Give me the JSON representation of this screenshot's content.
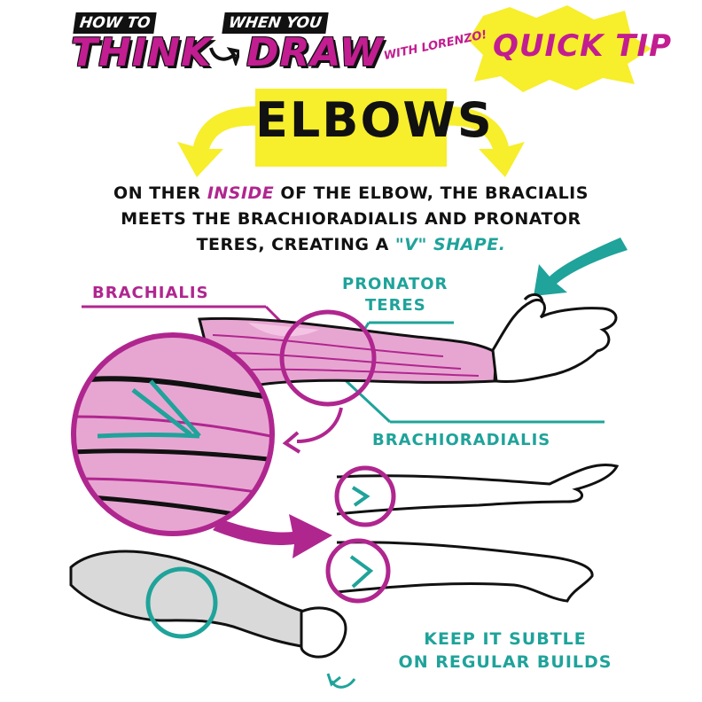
{
  "header": {
    "how_to": "HOW TO",
    "think": "THINK",
    "when_you": "WHEN YOU",
    "draw": "DRAW",
    "with_lorenzo": "WITH LORENZO!",
    "quick_tip": "QUICK TIP"
  },
  "title": "ELBOWS",
  "intro": {
    "part1": "ON THER ",
    "inside": "INSIDE",
    "part2": " OF THE ELBOW, THE ",
    "bracialis": "BRACIALIS",
    "part3": "MEETS THE ",
    "brachioradialis": "BRACHIORADIALIS",
    "part4": " AND ",
    "pronator": "PRONATOR",
    "part5": "TERES",
    "part6": ", CREATING A ",
    "v_shape": "\"V\" SHAPE."
  },
  "labels": {
    "brachialis": "BRACHIALIS",
    "pronator_teres_1": "PRONATOR",
    "pronator_teres_2": "TERES",
    "brachioradialis": "BRACHIORADIALIS"
  },
  "footer": {
    "line1": "KEEP IT SUBTLE",
    "line2": "ON REGULAR BUILDS"
  },
  "colors": {
    "magenta": "#b0268f",
    "teal": "#1fa39a",
    "yellow": "#f7ee2c",
    "black": "#111111"
  }
}
